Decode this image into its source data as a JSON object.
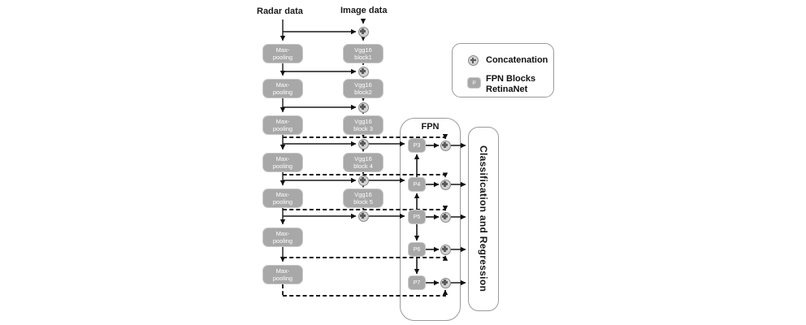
{
  "diagram": {
    "inputs": {
      "radar": "Radar data",
      "image": "Image data"
    },
    "radar_column": {
      "blocks": [
        {
          "line1": "Max-",
          "line2": "pooling"
        },
        {
          "line1": "Max-",
          "line2": "pooling"
        },
        {
          "line1": "Max-",
          "line2": "pooling"
        },
        {
          "line1": "Max-",
          "line2": "pooling"
        },
        {
          "line1": "Max-",
          "line2": "pooling"
        },
        {
          "line1": "Max-",
          "line2": "pooling"
        },
        {
          "line1": "Max-",
          "line2": "pooling"
        }
      ]
    },
    "image_column": {
      "blocks": [
        {
          "line1": "Vgg16",
          "line2": "block1"
        },
        {
          "line1": "Vgg16",
          "line2": "block2"
        },
        {
          "line1": "Vgg16",
          "line2": "block 3"
        },
        {
          "line1": "Vgg16",
          "line2": "block 4"
        },
        {
          "line1": "Vgg16",
          "line2": "block 5"
        }
      ]
    },
    "fpn": {
      "label": "FPN",
      "blocks": [
        {
          "label": "P3"
        },
        {
          "label": "P4"
        },
        {
          "label": "P5"
        },
        {
          "label": "P6"
        },
        {
          "label": "P7"
        }
      ]
    },
    "output": {
      "label": "Classification and Regression"
    },
    "legend": {
      "concat_icon": "circled-plus-icon",
      "concat_label": "Concatenation",
      "p_icon_label": "P",
      "fpn_blocks_label": "FPN Blocks",
      "fpn_blocks_sublabel": "RetinaNet"
    },
    "colors": {
      "block_fill": "#a8a8a8",
      "block_text": "#ffffff",
      "line": "#1a1a1a",
      "container_border": "#9a9a9a",
      "icon_fill": "#d2d2d2",
      "icon_border": "#8a8a8a",
      "icon_cross": "#5c5c5c",
      "background": "#ffffff"
    }
  }
}
